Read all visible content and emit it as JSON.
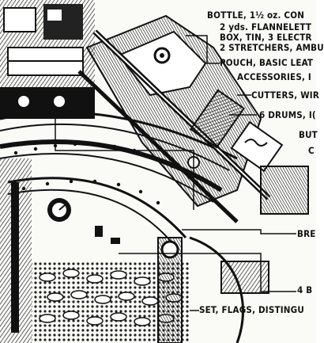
{
  "labels": {
    "bottle": "BOTTLE, 1½ oz. CON",
    "flannelette": "2 yds. FLANNELETT",
    "box_tin": "BOX, TIN, 3 ELECTR",
    "stretchers": "2 STRETCHERS, AMBU",
    "pouch": "POUCH, BASIC LEAT",
    "accessories": "ACCESSORIES, I",
    "cutters": "CUTTERS, WIR",
    "drums": "6 DRUMS, I(",
    "but": "BUT",
    "c": "C",
    "bre": "BRE",
    "four_b": "4 B",
    "set_flags": "SET, FLAGS, DISTINGU"
  }
}
